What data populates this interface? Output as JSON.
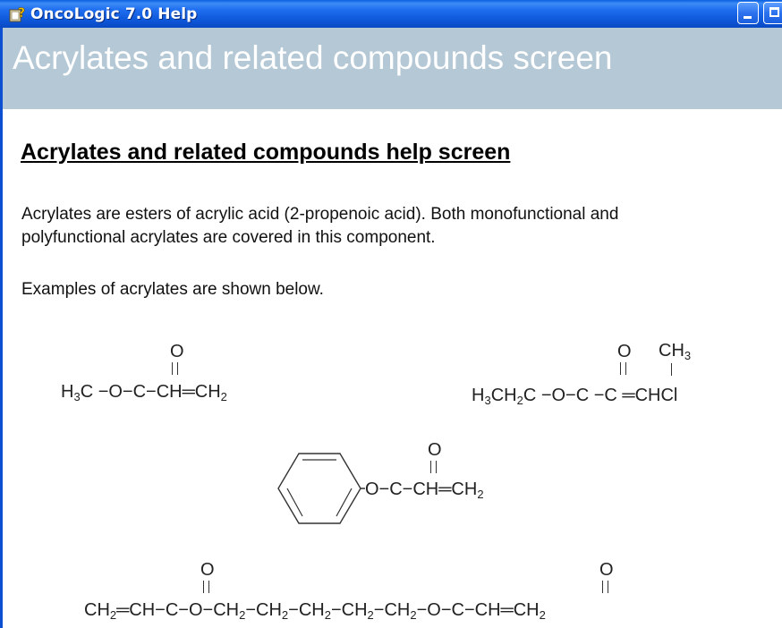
{
  "window": {
    "title": "OncoLogic 7.0 Help",
    "icon": "help-book-icon",
    "accent": "#1f6ef0",
    "header_band_color": "#b5c8d6"
  },
  "topic": {
    "header": "Acrylates and related compounds screen",
    "heading": "Acrylates and related compounds help screen",
    "paragraph_line1": "Acrylates are esters of acrylic acid (2-propenoic acid).  Both monofunctional and",
    "paragraph_line2": "polyfunctional acrylates are covered in this component.",
    "examples_intro": "Examples of acrylates are shown below."
  },
  "structures": {
    "s1": {
      "carbonyl_o": "O",
      "left": "H",
      "left_sub": "3",
      "mid": "C −O−C−CH═CH",
      "right_sub": "2"
    },
    "s2": {
      "carbonyl_o": "O",
      "methyl": "CH",
      "methyl_sub": "3",
      "chain": "H",
      "chain_sub1": "3",
      "chain_mid1": "CH",
      "chain_sub2": "2",
      "chain_mid2": "C −O−C −C ═CHCl"
    },
    "s3": {
      "carbonyl_o": "O",
      "chain": "O−C−CH═CH",
      "chain_sub": "2"
    },
    "s4": {
      "carbonyl_o1": "O",
      "carbonyl_o2": "O",
      "chain_start": "CH",
      "chain_start_sub": "2",
      "chain_a": "═CH−C−O−CH",
      "chain_b": "−CH",
      "chain_c": "−O−C−CH═CH",
      "sub": "2"
    }
  }
}
